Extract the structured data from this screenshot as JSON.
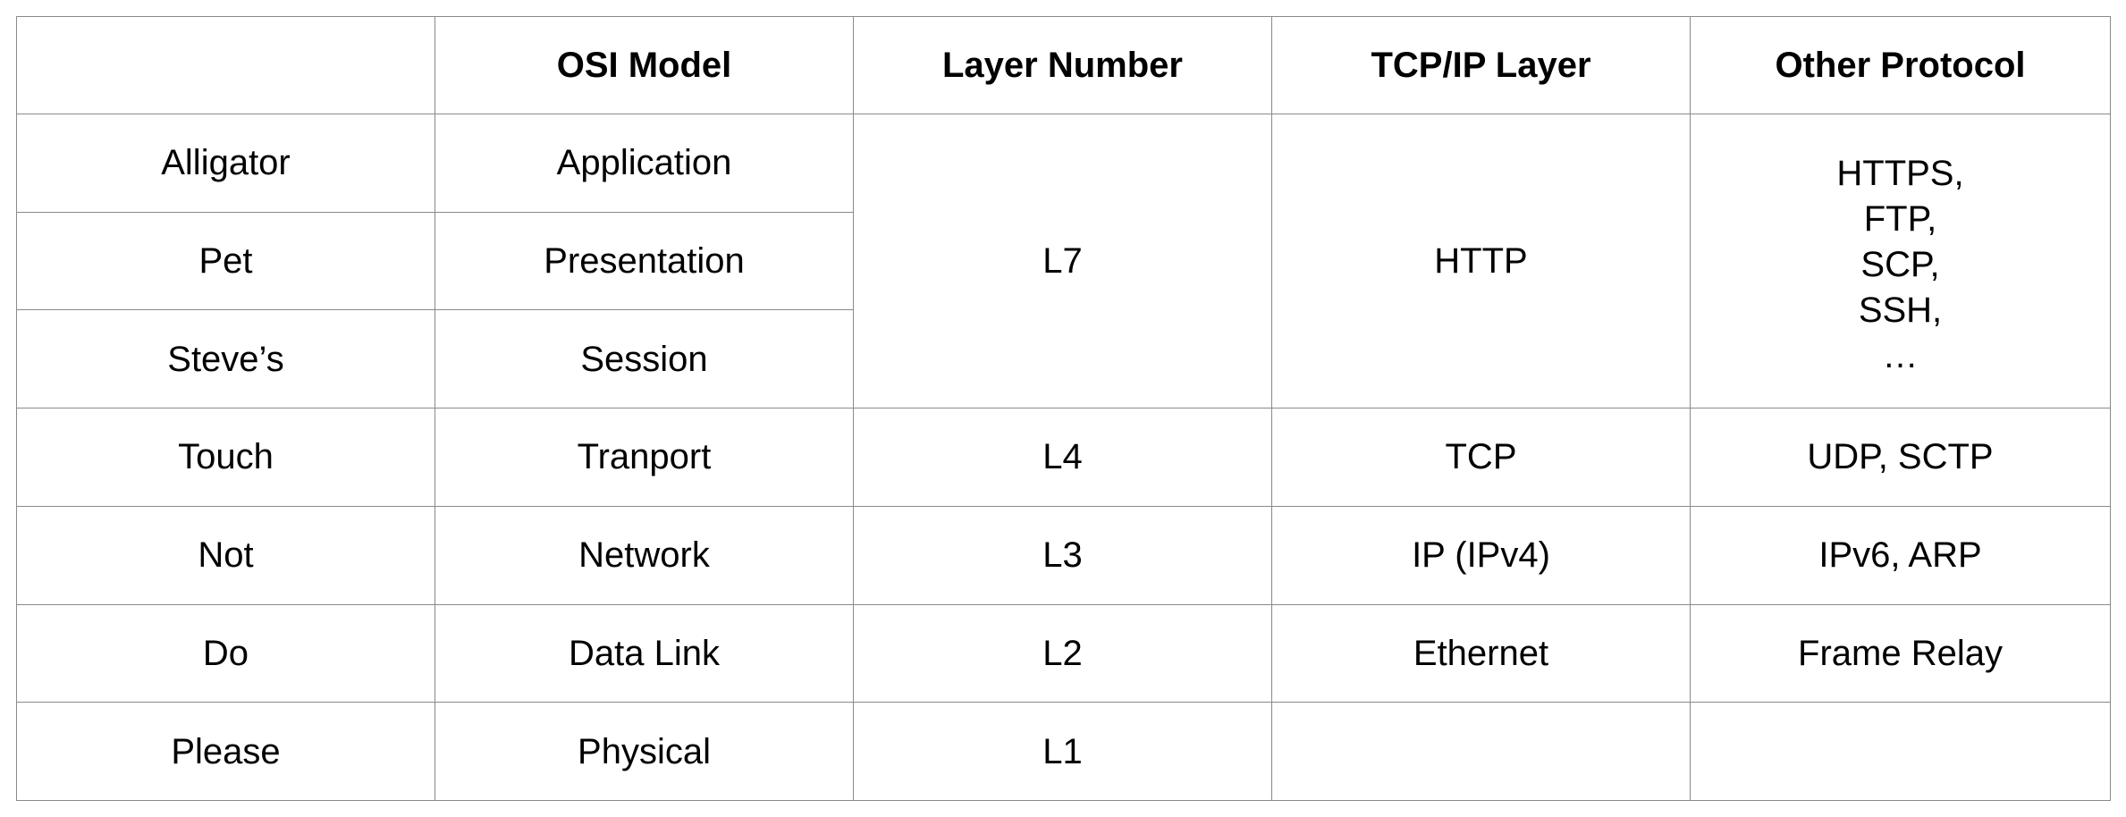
{
  "table": {
    "headers": [
      "",
      "OSI Model",
      "Layer Number",
      "TCP/IP Layer",
      "Other Protocol"
    ],
    "mnemonic": [
      "Alligator",
      "Pet",
      "Steve’s",
      "Touch",
      "Not",
      "Do",
      "Please"
    ],
    "osi": [
      "Application",
      "Presentation",
      "Session",
      "Tranport",
      "Network",
      "Data Link",
      "Physical"
    ],
    "layer_numbers": {
      "l7": "L7",
      "l4": "L4",
      "l3": "L3",
      "l2": "L2",
      "l1": "L1"
    },
    "tcpip": {
      "http": "HTTP",
      "tcp": "TCP",
      "ip": "IP (IPv4)",
      "ethernet": "Ethernet",
      "physical": ""
    },
    "other": {
      "app_lines": [
        "HTTPS,",
        "FTP,",
        "SCP,",
        "SSH,",
        "…"
      ],
      "transport": "UDP, SCTP",
      "network": "IPv6, ARP",
      "datalink": "Frame Relay",
      "physical": ""
    }
  }
}
